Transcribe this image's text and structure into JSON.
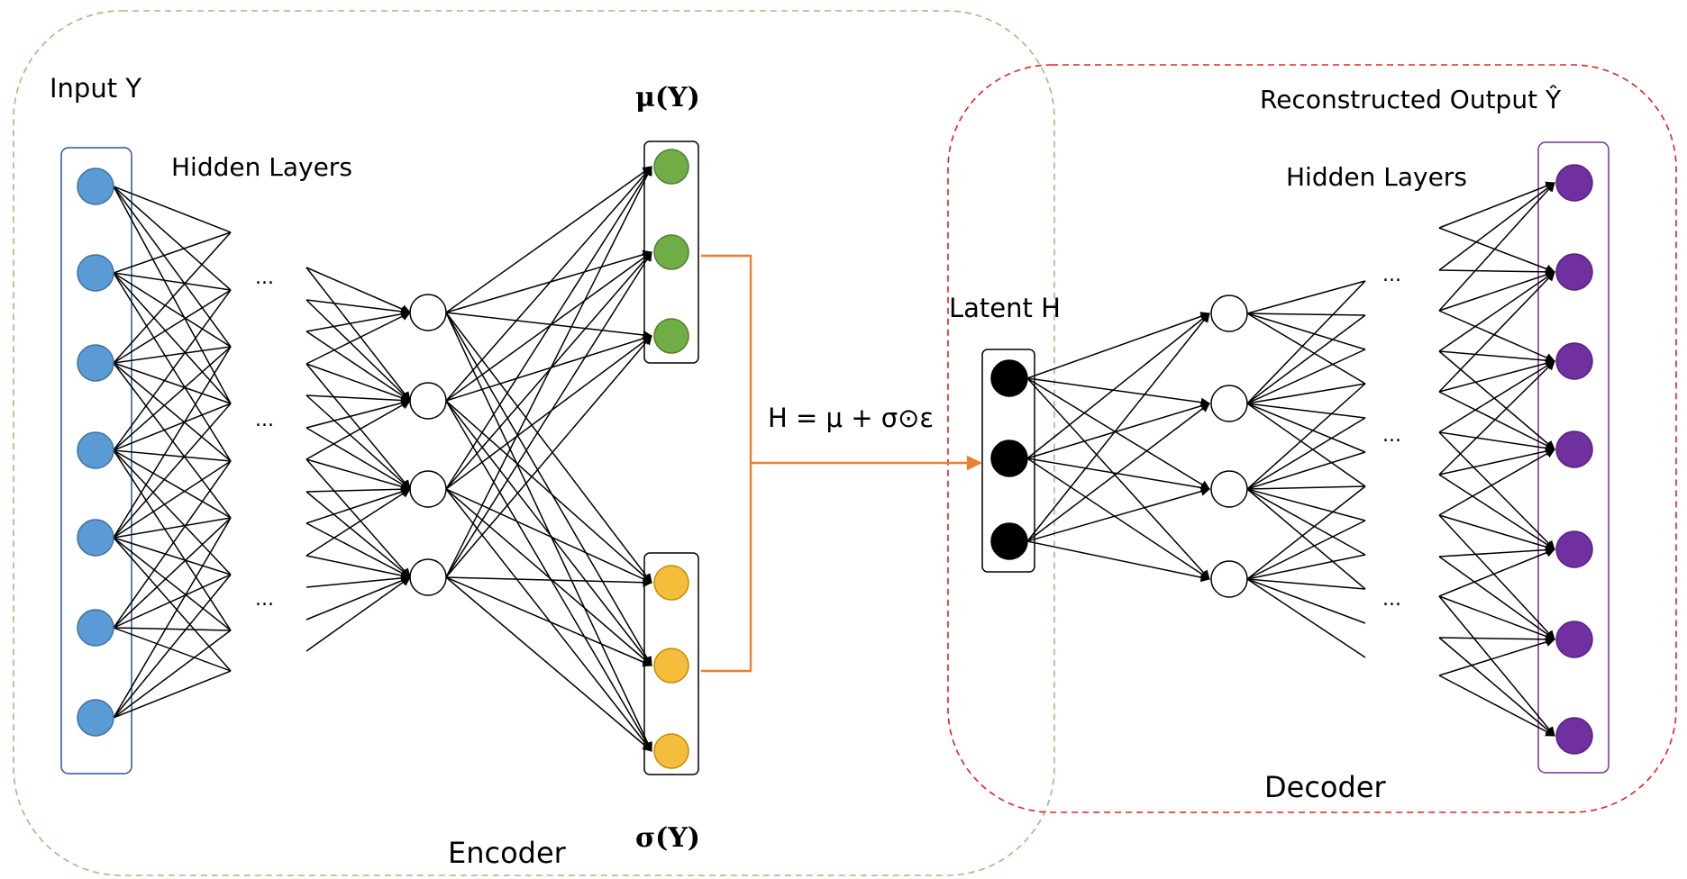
{
  "labels": {
    "input": "Input Y",
    "hidden_left": "Hidden Layers",
    "mu": "μ(Y)",
    "sigma": "σ(Y)",
    "equation": "H = μ + σ⊙ε",
    "latent": "Latent H",
    "output": "Reconstructed Output Ŷ",
    "hidden_right": "Hidden Layers",
    "encoder": "Encoder",
    "decoder": "Decoder",
    "ellipsis": "..."
  },
  "colors": {
    "input_node": "#5B9BD5",
    "mu_node": "#70AD47",
    "sigma_node": "#F4BE3C",
    "latent_node": "#000000",
    "output_node": "#7030A0",
    "encoder_border": "#92C47D",
    "encoder_label": "#548235",
    "decoder_border": "#E52222",
    "decoder_label": "#E52222",
    "sampling_path": "#ED7D31",
    "input_box_border": "#2F5496",
    "output_box_border": "#7030A0"
  },
  "layers": {
    "input_nodes": 7,
    "encoder_hidden_nodes": 4,
    "mu_nodes": 3,
    "sigma_nodes": 3,
    "latent_nodes": 3,
    "decoder_hidden_nodes": 4,
    "output_nodes": 7
  }
}
